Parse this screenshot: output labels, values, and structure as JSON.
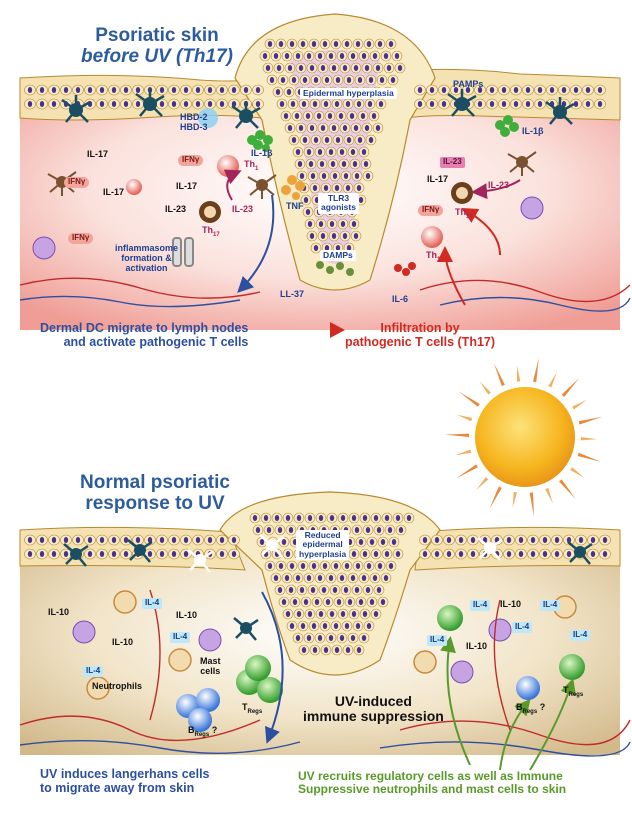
{
  "top_panel": {
    "title_line1": "Psoriatic skin",
    "title_line2": "before UV (Th17)",
    "labels": {
      "epidermal": "Epidermal\nhyperplasia",
      "pamps": "PAMPs",
      "hbd": "HBD-2\nHBD-3",
      "il1b_left": "IL-1β",
      "il1b_right": "IL-1β",
      "il17_a": "IL-17",
      "il17_b": "IL-17",
      "il17_c": "IL-17",
      "il17_d": "IL-17",
      "ifng_a": "IFNγ",
      "ifng_b": "IFNγ",
      "ifng_c": "IFNγ",
      "ifng_d": "IFNγ",
      "il23_a": "IL-23",
      "il23_b": "IL-23",
      "il23_c": "IL-23",
      "il23_pill": "IL-23",
      "th1_a": "Th",
      "th1_b": "Th",
      "th17_a": "Th",
      "th17_b": "Th",
      "sub1": "1",
      "sub17": "17",
      "tnf": "TNF",
      "tlr3": "TLR3\nagonists",
      "damps": "DAMPs",
      "inflammasome": "inflammasome\nformation &\nactivation",
      "ll37": "LL-37",
      "il6": "IL-6"
    },
    "caption_left": "Dermal DC migrate to lymph nodes\nand activate pathogenic T cells",
    "caption_right": "Infiltration by\npathogenic T cells (Th17)"
  },
  "bottom_panel": {
    "title_line1": "Normal psoriatic",
    "title_line2": "response to UV",
    "labels": {
      "reduced": "Reduced\nepidermal\nhyperplasia",
      "il10_a": "IL-10",
      "il10_b": "IL-10",
      "il10_c": "IL-10",
      "il10_d": "IL-10",
      "il10_e": "IL-10",
      "il4": "IL-4",
      "mast": "Mast\ncells",
      "neutrophils": "Neutrophils",
      "tregs_a": "T",
      "tregs_b": "T",
      "bregs_a": "B",
      "bregs_b": "B",
      "regs_sub": "Regs",
      "q": "?",
      "immune": "UV-induced\nimmune suppression"
    },
    "caption_left": "UV induces langerhans cells\nto migrate away from skin",
    "caption_right": "UV recruits regulatory cells as well as Immune\nSuppressive neutrophils and mast cells to skin"
  },
  "colors": {
    "title_blue": "#2d5c9e",
    "red_text": "#d12a22",
    "green_text": "#5a9a2a",
    "top_dermis": "#f6c9c4",
    "bottom_dermis": "#e8d6b3",
    "keratinocyte": "#f7ecc6",
    "nucleus": "#4a2f8c",
    "sun": "#f6b51e"
  }
}
